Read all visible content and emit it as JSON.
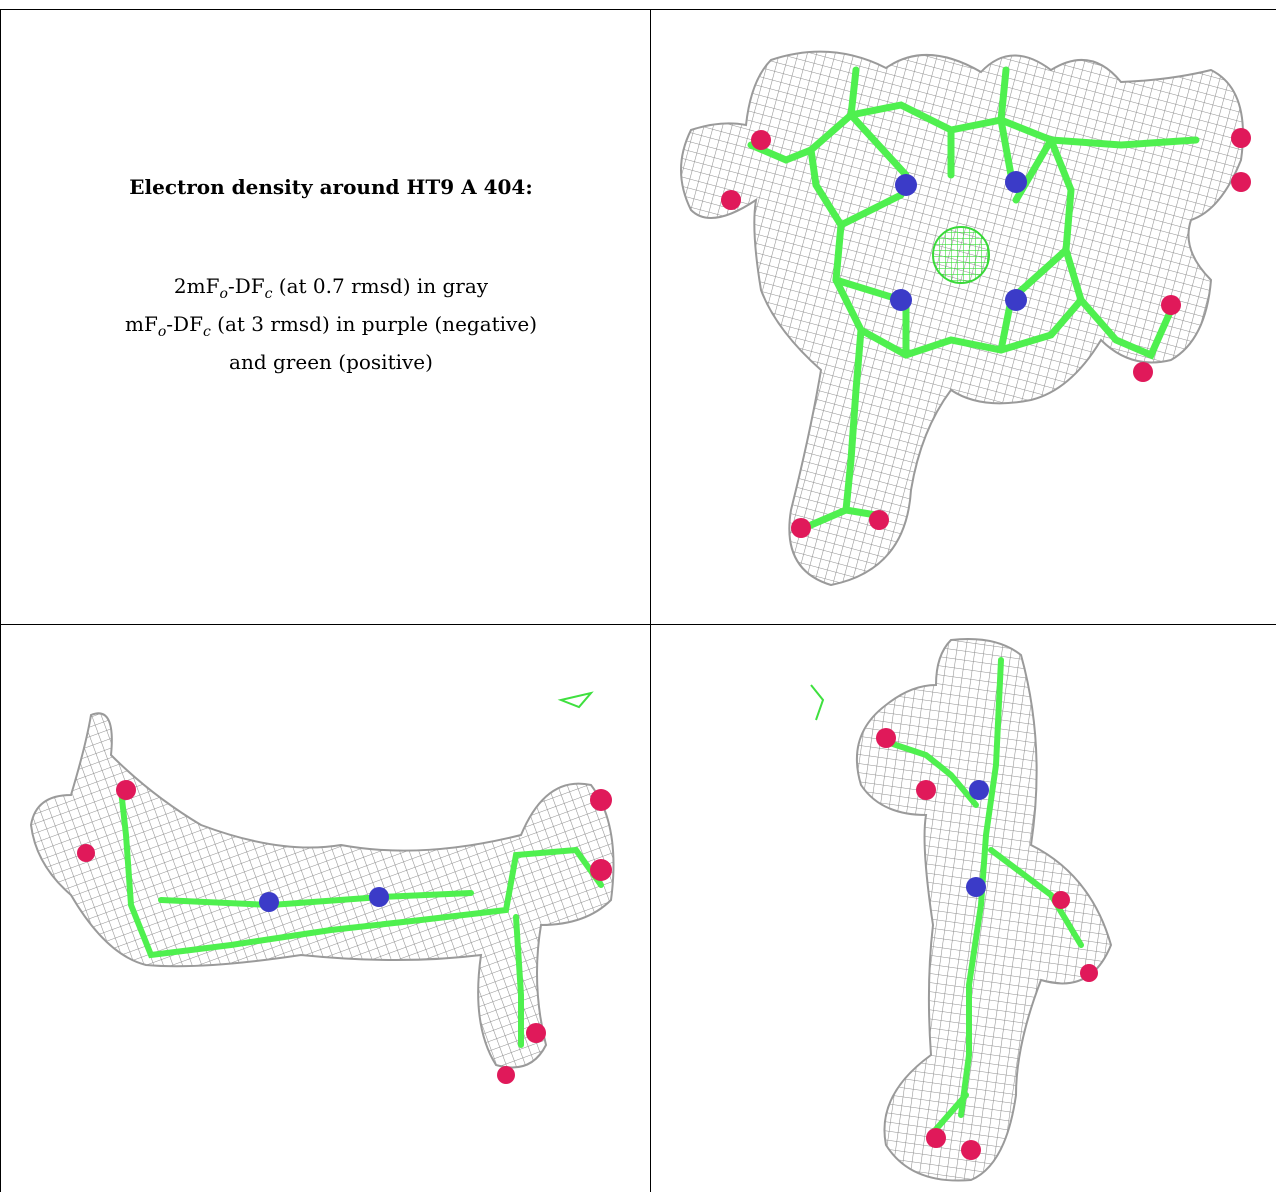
{
  "caption": {
    "title": "Electron density around HT9 A 404:",
    "line1": {
      "lead": "2mF",
      "o": "o",
      "mid": "-DF",
      "c": "c",
      "tail": " (at 0.7 rmsd) in gray"
    },
    "line2": {
      "lead": "mF",
      "o": "o",
      "mid": "-DF",
      "c": "c",
      "tail": " (at 3 rmsd) in purple (negative)"
    },
    "line3": "and green (positive)"
  },
  "colors": {
    "mesh": "#8a8a8a",
    "carbon": "#44ee44",
    "nitrogen": "#3b3bc8",
    "oxygen": "#e0195a",
    "grid_lines": "#000000"
  },
  "panels": [
    {
      "view": "face-on",
      "icon": "heme-top-view"
    },
    {
      "view": "edge-on",
      "icon": "heme-side-view"
    },
    {
      "view": "end-on",
      "icon": "heme-end-view"
    }
  ]
}
